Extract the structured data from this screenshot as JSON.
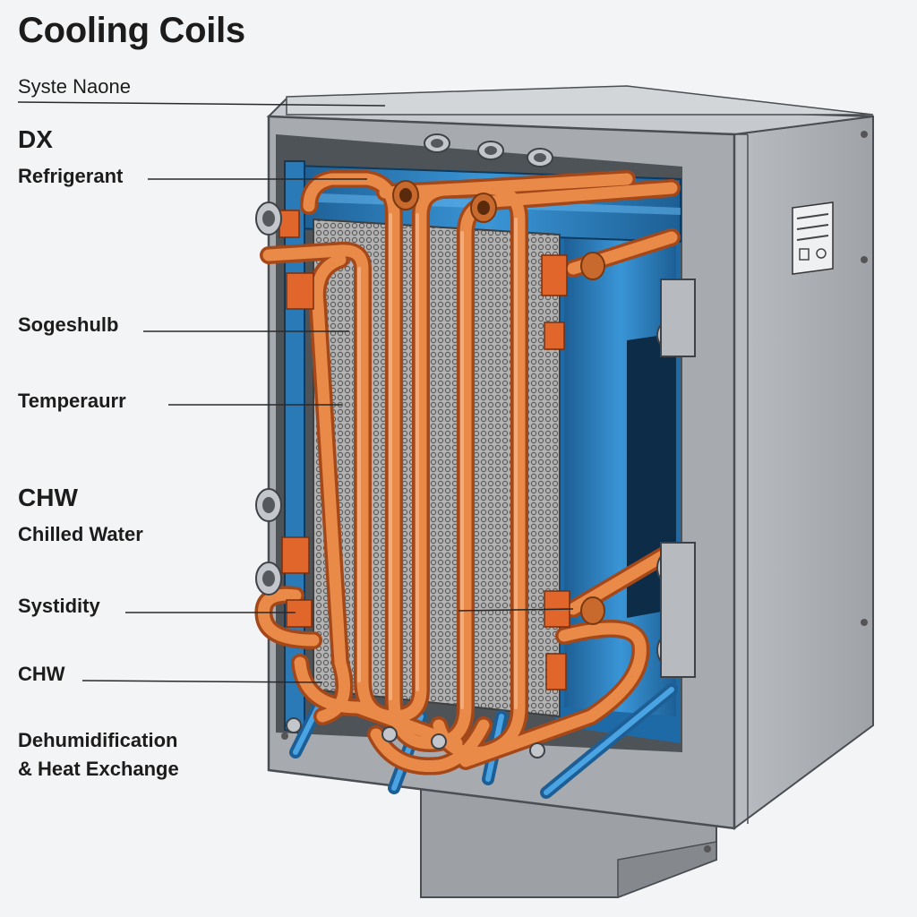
{
  "title": "Cooling Coils",
  "labels": {
    "system_name": "Syste Naone",
    "dx_heading": "DX",
    "dx_sub": "Refrigerant",
    "sogeshulb": "Sogeshulb",
    "temperature": "Temperaurr",
    "chw_heading": "CHW",
    "chw_sub": "Chilled Water",
    "systidity": "Systidity",
    "chw_lower": "CHW",
    "dehum_line1": "Dehumidification",
    "dehum_line2": "& Heat Exchange"
  },
  "colors": {
    "casing": "#a9acb0",
    "casing_dark": "#7d8186",
    "casing_light": "#c9ccd0",
    "copper": "#e07a3a",
    "copper_dark": "#b4551d",
    "blue_channel": "#2f86c6",
    "blue_dark": "#16507e",
    "mesh": "#8c8c8c"
  }
}
